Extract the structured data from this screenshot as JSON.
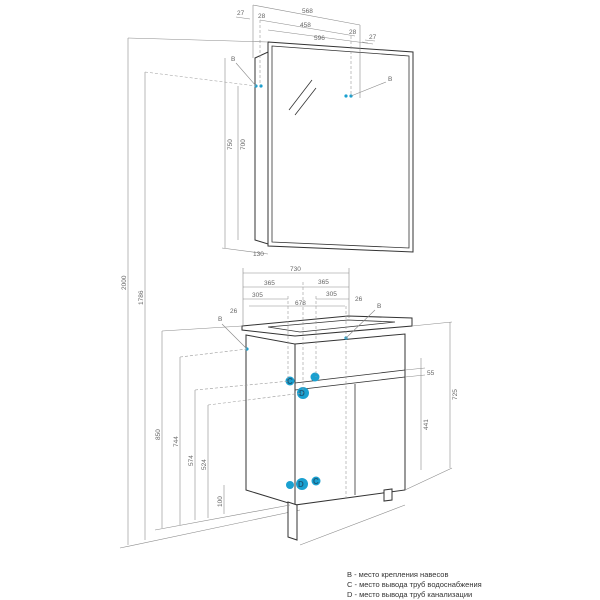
{
  "mirror_cabinet": {
    "top_dims": {
      "d27_left": "27",
      "d28_left": "28",
      "d568": "568",
      "d458": "458",
      "d28_right": "28",
      "d27_right": "27",
      "d596": "596"
    },
    "side_dims": {
      "d750": "750",
      "d700": "700",
      "d130": "130"
    },
    "mount_labels": [
      "B",
      "B"
    ]
  },
  "overall_dims": {
    "d2000": "2000",
    "d1786": "1786"
  },
  "vanity": {
    "top_dims": {
      "d730": "730",
      "d365_left": "365",
      "d365_right": "365",
      "d305_left": "305",
      "d305_right": "305",
      "d678": "678",
      "d26_left": "26",
      "d26_right": "26"
    },
    "mount_labels": [
      "B",
      "B"
    ],
    "left_dims": {
      "d850": "850",
      "d744": "744",
      "d574": "574",
      "d524": "524",
      "d100": "100"
    },
    "right_dims": {
      "d55": "55",
      "d725": "725",
      "d441": "441"
    },
    "pipe_markers": {
      "c_upper": "C",
      "d_upper": "D",
      "c_lower": "C",
      "d_lower": "D"
    }
  },
  "accent_color": "#1aa0d0",
  "legend": [
    "B - место крепления навесов",
    "C - место вывода труб водоснабжения",
    "D - место вывода труб канализации"
  ]
}
